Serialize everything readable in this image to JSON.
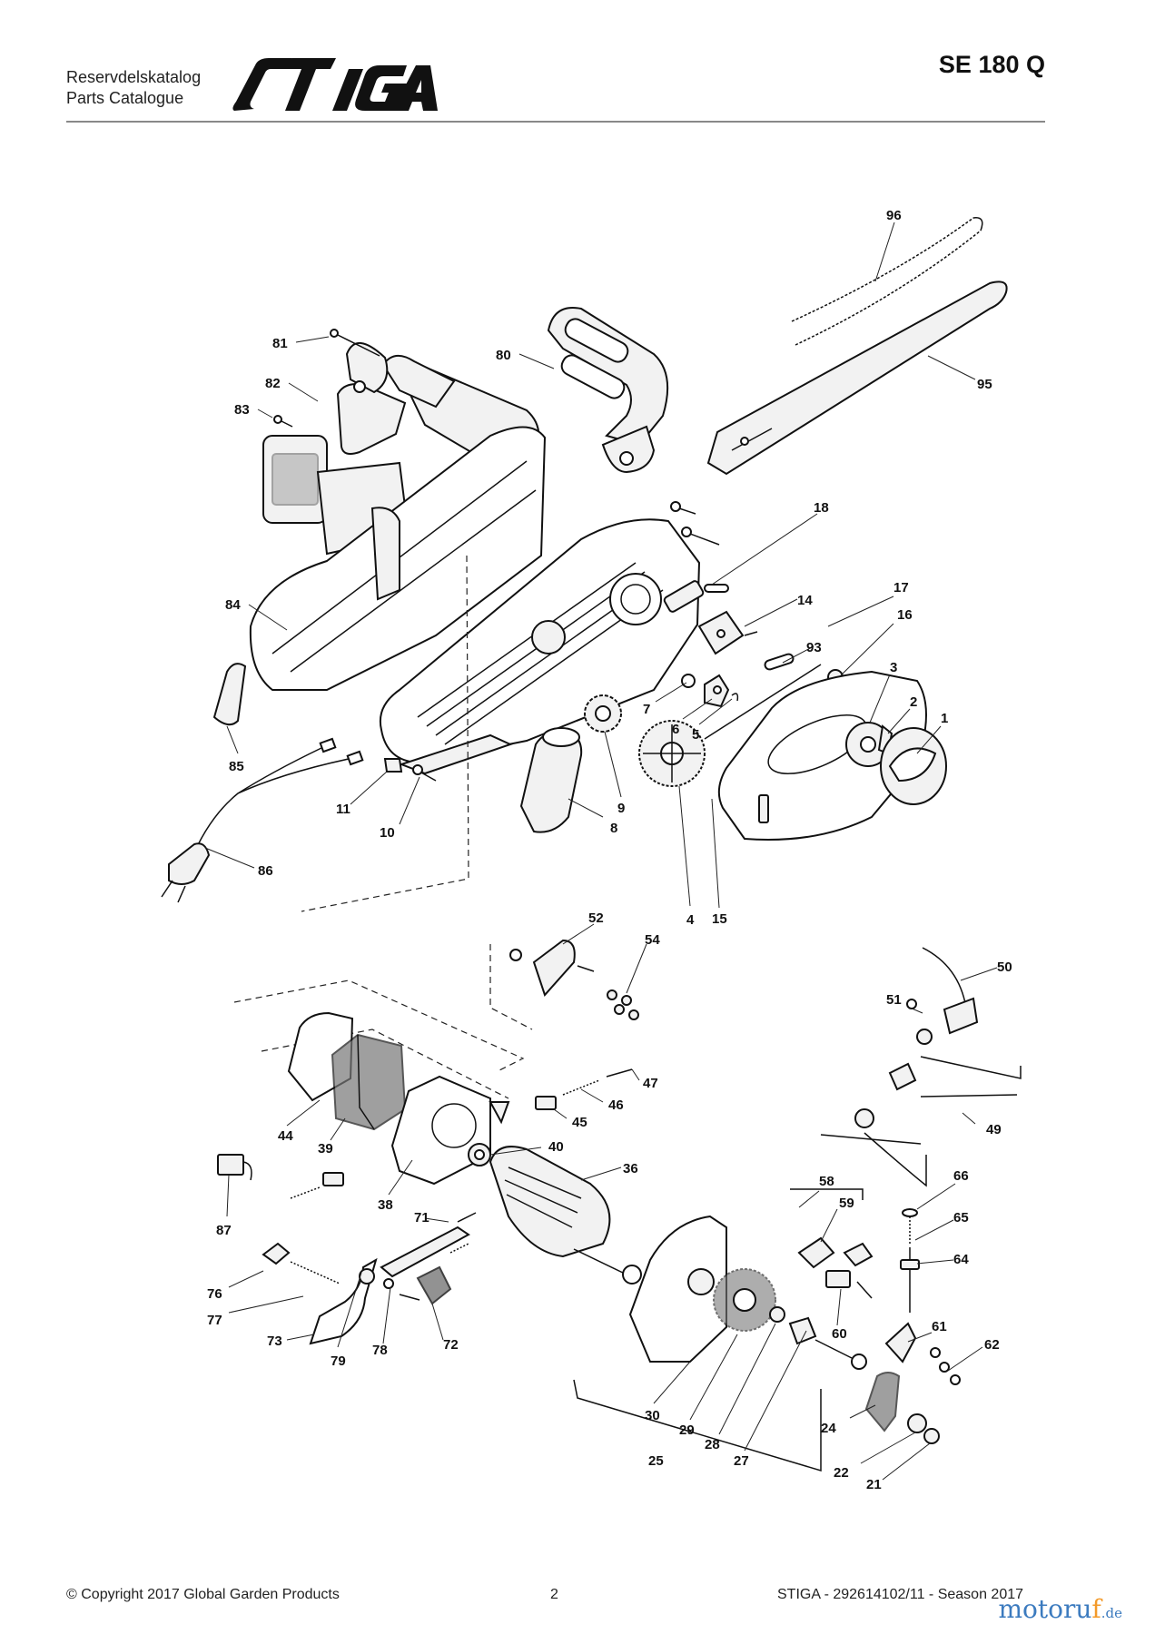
{
  "header": {
    "title_line1": "Reservdelskatalog",
    "title_line2": "Parts Catalogue",
    "brand": "STIGA",
    "model": "SE 180 Q"
  },
  "diagram": {
    "callouts": [
      "96",
      "81",
      "80",
      "95",
      "82",
      "83",
      "18",
      "84",
      "17",
      "14",
      "16",
      "93",
      "3",
      "2",
      "1",
      "7",
      "6",
      "5",
      "85",
      "9",
      "8",
      "11",
      "10",
      "86",
      "4",
      "15",
      "52",
      "54",
      "50",
      "51",
      "47",
      "46",
      "45",
      "44",
      "39",
      "49",
      "40",
      "36",
      "87",
      "38",
      "58",
      "66",
      "59",
      "71",
      "65",
      "76",
      "64",
      "77",
      "73",
      "79",
      "78",
      "72",
      "60",
      "61",
      "62",
      "30",
      "29",
      "28",
      "27",
      "24",
      "25",
      "22",
      "21"
    ]
  },
  "footer": {
    "copyright": "© Copyright 2017 Global Garden Products",
    "page_number": "2",
    "doc_id": "STIGA - 292614102/11 - Season 2017"
  },
  "watermark": {
    "main": "motoru",
    "accent": "f",
    "tld": ".de"
  }
}
